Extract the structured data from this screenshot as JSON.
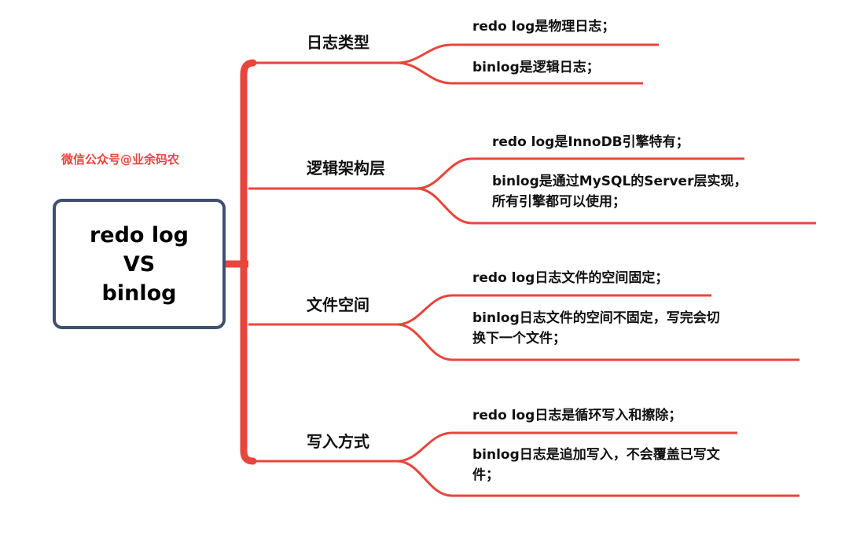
{
  "watermark": "微信公众号@业余码农",
  "central": {
    "line1": "redo log",
    "line2": "VS",
    "line3": "binlog"
  },
  "branches": [
    {
      "label": "日志类型",
      "leaves": [
        {
          "line1": "redo log是物理日志；"
        },
        {
          "line1": "binlog是逻辑日志；"
        }
      ]
    },
    {
      "label": "逻辑架构层",
      "leaves": [
        {
          "line1": "redo log是InnoDB引擎特有；"
        },
        {
          "line1": "binlog是通过MySQL的Server层实现，",
          "line2": "所有引擎都可以使用；"
        }
      ]
    },
    {
      "label": "文件空间",
      "leaves": [
        {
          "line1": "redo log日志文件的空间固定；"
        },
        {
          "line1": "binlog日志文件的空间不固定，写完会切",
          "line2": "换下一个文件；"
        }
      ]
    },
    {
      "label": "写入方式",
      "leaves": [
        {
          "line1": "redo log日志是循环写入和擦除；"
        },
        {
          "line1": "binlog日志是追加写入，不会覆盖已写文",
          "line2": "件；"
        }
      ]
    }
  ],
  "colors": {
    "connector": "#e8453c",
    "central_border": "#3f4f6e",
    "text": "#111111"
  }
}
